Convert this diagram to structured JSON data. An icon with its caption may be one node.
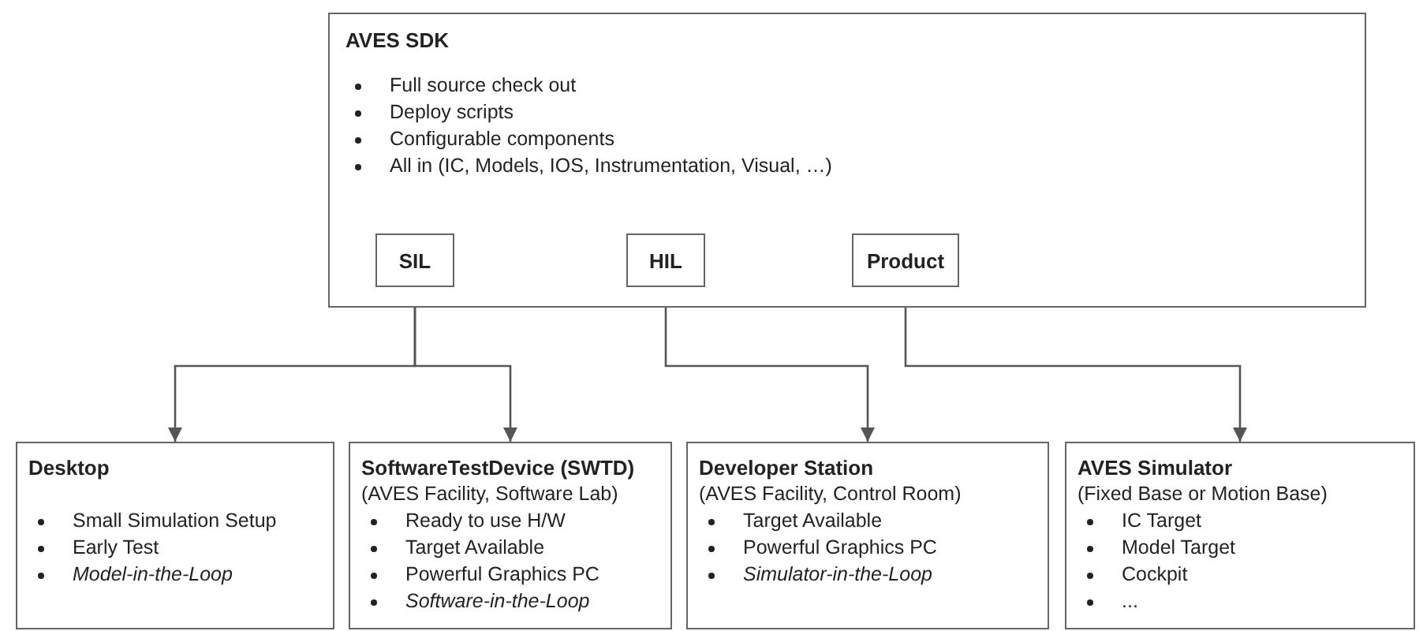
{
  "diagram": {
    "nodes": [
      {
        "text": [
          "AVES SDK",
          "Full source check out",
          "Deploy scripts",
          "Configurable components",
          "All in (IC, Models, IOS, Instrumentation, Visual, …)"
        ]
      },
      {
        "text": [
          "SIL"
        ],
        "in": 0
      },
      {
        "text": [
          "HIL"
        ],
        "in": 0
      },
      {
        "text": [
          "Product"
        ],
        "in": 0
      },
      {
        "text": [
          "Desktop",
          "Small Simulation Setup",
          "Early Test",
          "Model-in-the-Loop"
        ]
      },
      {
        "text": [
          "SoftwareTestDevice (SWTD)",
          "(AVES Facility, Software Lab)",
          "Ready to use H/W",
          "Target Available",
          "Powerful Graphics PC",
          "Software-in-the-Loop"
        ]
      },
      {
        "text": [
          "Developer Station",
          "(AVES Facility, Control Room)",
          "Target Available",
          "Powerful Graphics PC",
          "Simulator-in-the-Loop"
        ]
      },
      {
        "text": [
          "AVES Simulator",
          "(Fixed Base or Motion Base)",
          "IC Target",
          "Model Target",
          "Cockpit",
          "..."
        ]
      }
    ],
    "edges": [
      {
        "from": 1,
        "to": 4,
        "arrow": "to"
      },
      {
        "from": 1,
        "to": 5,
        "arrow": "to"
      },
      {
        "from": 2,
        "to": 6,
        "arrow": "to"
      },
      {
        "from": 3,
        "to": 7,
        "arrow": "to"
      }
    ]
  }
}
